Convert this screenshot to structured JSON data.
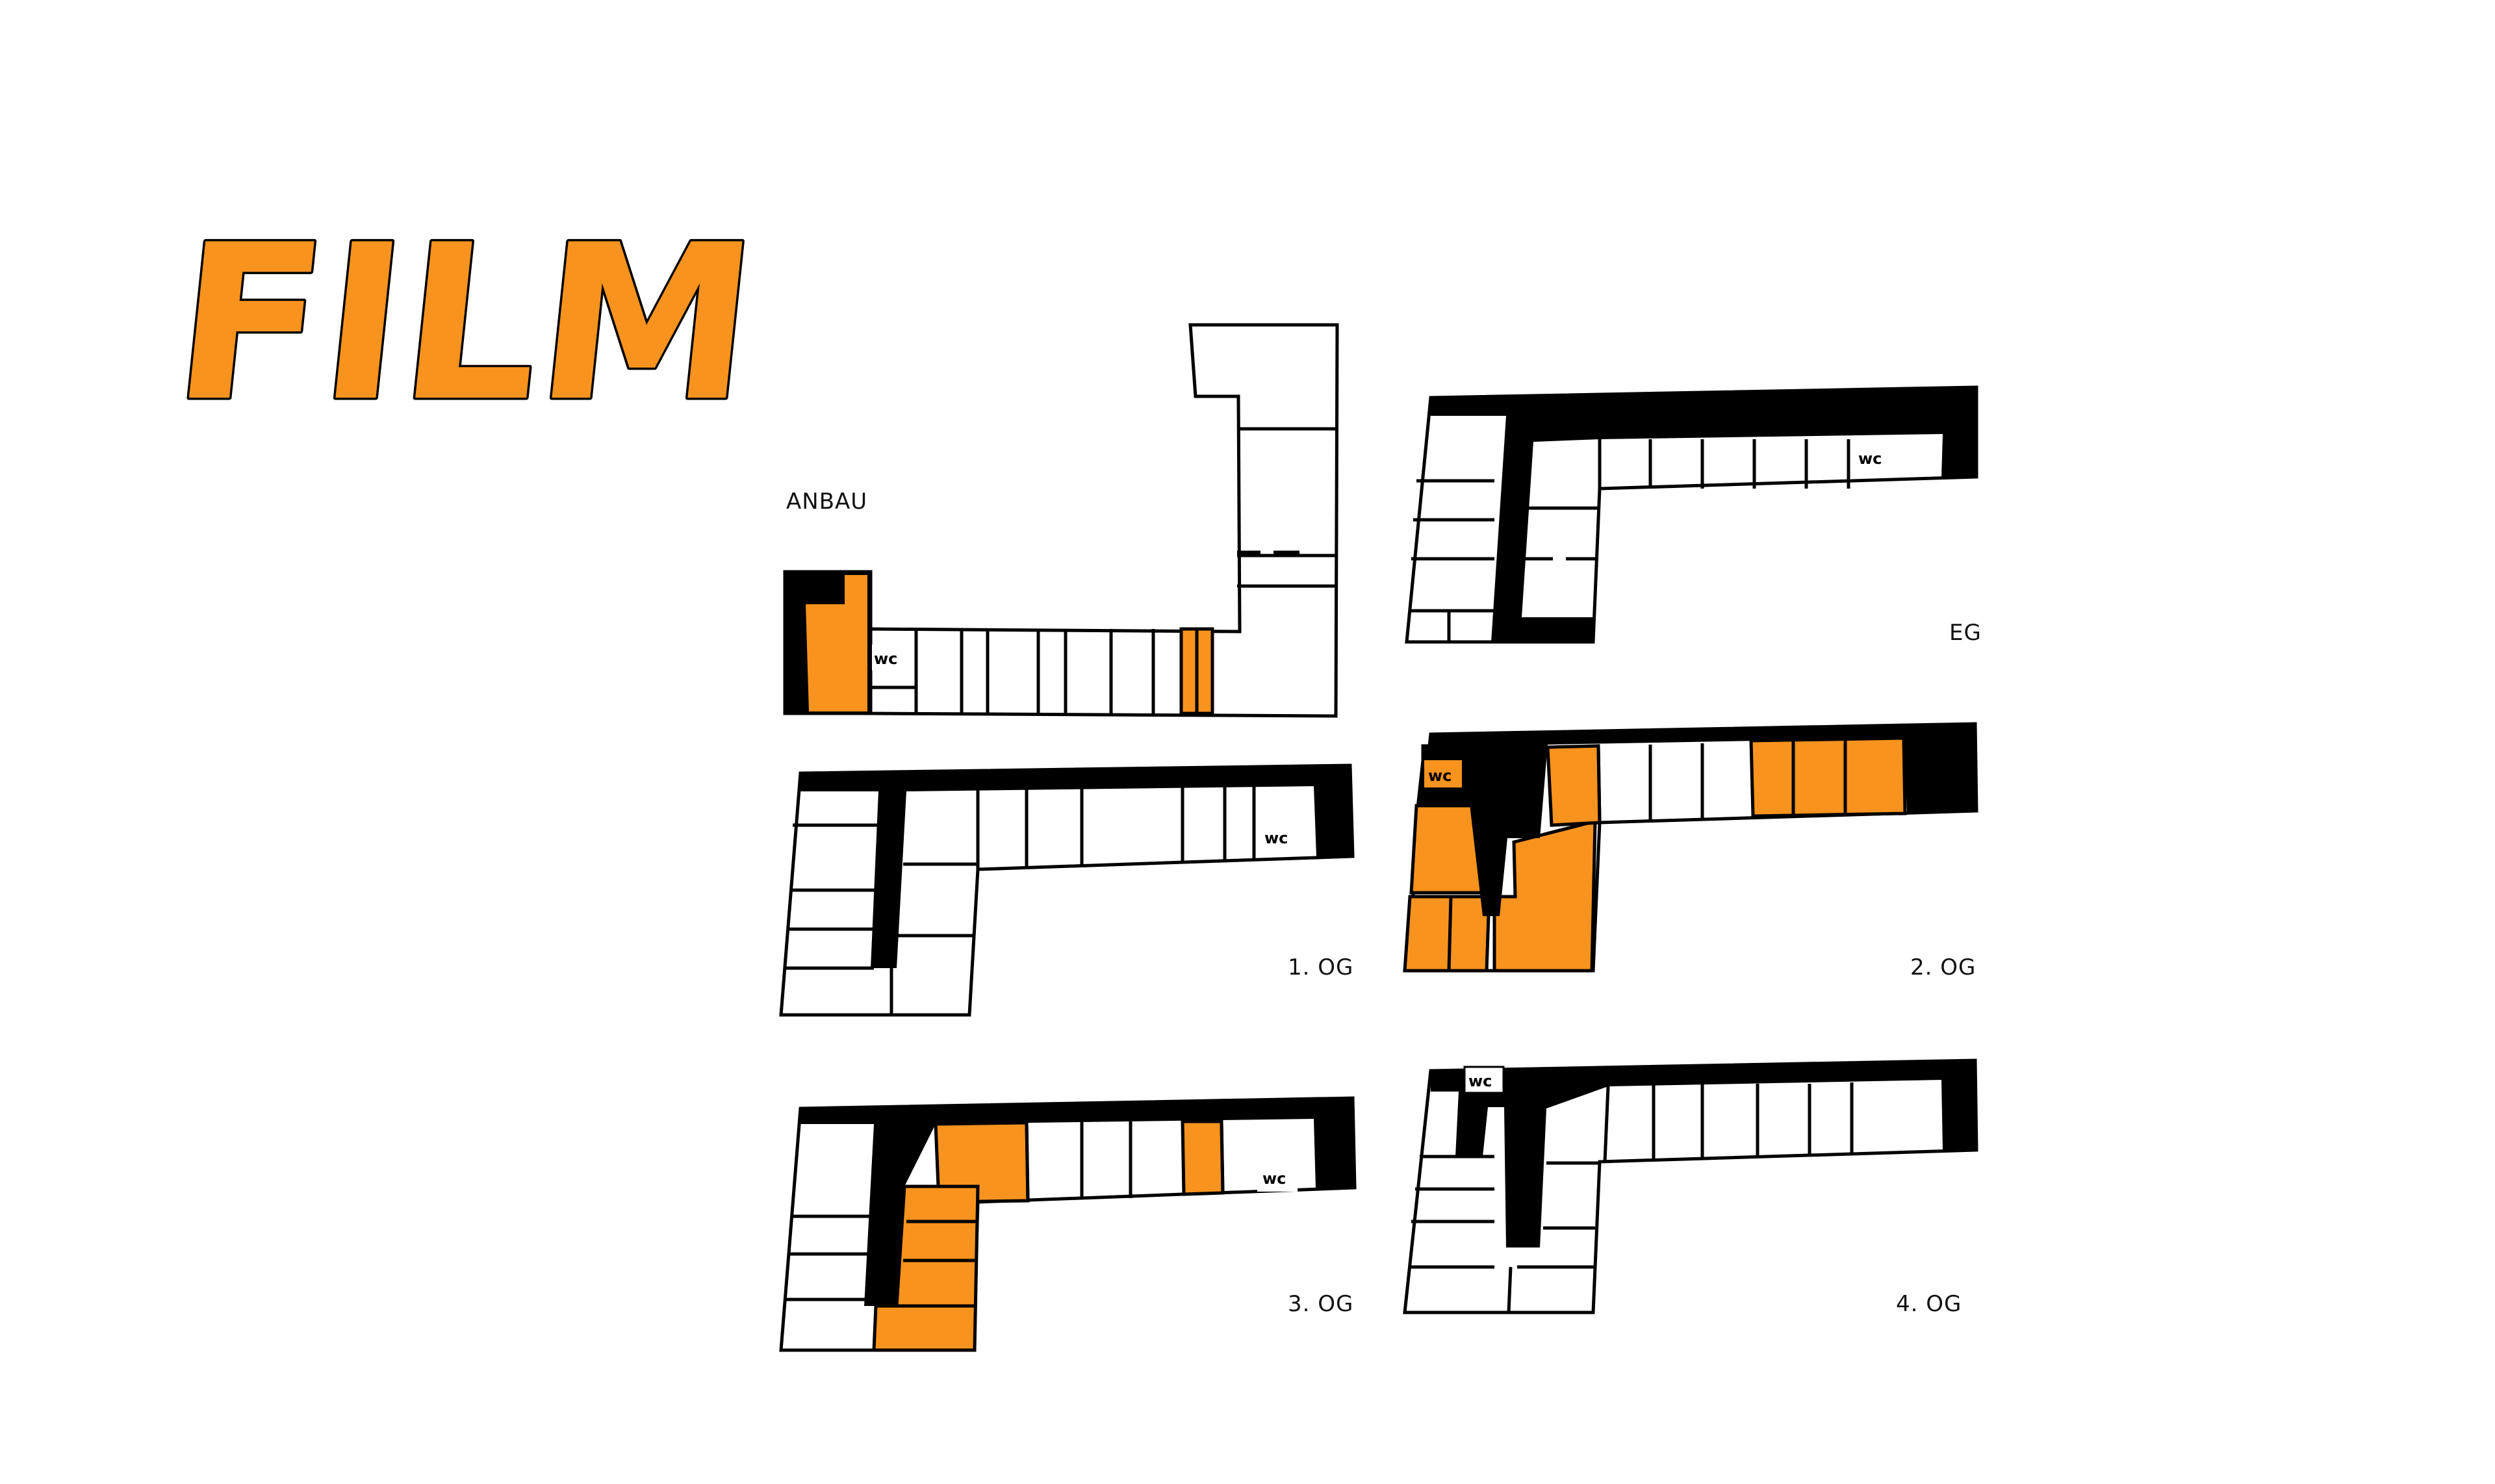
{
  "title": "FILM",
  "colors": {
    "accent": "#f7931e",
    "wall": "#000000",
    "room": "#ffffff",
    "outline": "#000000"
  },
  "floors": {
    "anbau": {
      "label": "ANBAU",
      "wc": "wc"
    },
    "eg": {
      "label": "EG",
      "wc": "wc"
    },
    "og1": {
      "label": "1. OG",
      "wc": "wc"
    },
    "og2": {
      "label": "2. OG",
      "wc": "wc"
    },
    "og3": {
      "label": "3. OG",
      "wc": "wc"
    },
    "og4": {
      "label": "4. OG",
      "wc": "wc"
    }
  }
}
